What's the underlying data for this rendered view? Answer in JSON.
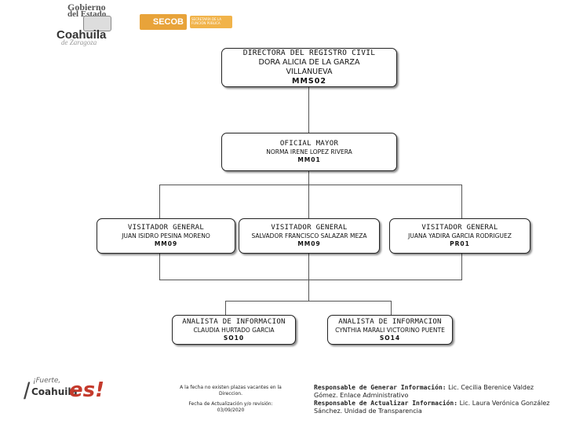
{
  "header": {
    "gob_line1": "Gobierno",
    "gob_line2": "del Estado",
    "gob_line3": "Coahuila",
    "gob_line4": "de Zaragoza",
    "secob_label": "SECOB",
    "secob_sub": "SECRETARÍA DE LA FUNCIÓN PÚBLICA"
  },
  "org": {
    "director": {
      "title": "DIRECTORA DEL REGISTRO CIVIL",
      "name": "DORA ALICIA DE LA GARZA VILLANUEVA",
      "code": "MMS02"
    },
    "oficial": {
      "title": "OFICIAL MAYOR",
      "name": "NORMA IRENE LOPEZ RIVERA",
      "code": "MM01"
    },
    "visitadores": [
      {
        "title": "VISITADOR GENERAL",
        "name": "JUAN ISIDRO PESINA MORENO",
        "code": "MM09"
      },
      {
        "title": "VISITADOR GENERAL",
        "name": "SALVADOR FRANCISCO SALAZAR MEZA",
        "code": "MM09"
      },
      {
        "title": "VISITADOR GENERAL",
        "name": "JUANA YADIRA GARCIA RODRIGUEZ",
        "code": "PR01"
      }
    ],
    "analistas": [
      {
        "title": "ANALISTA DE INFORMACION",
        "name": "CLAUDIA HURTADO GARCIA",
        "code": "SO10"
      },
      {
        "title": "ANALISTA DE INFORMACION",
        "name": "CYNTHIA MARALI VICTORINO PUENTE",
        "code": "SO14"
      }
    ]
  },
  "footer": {
    "fuerte_line1": "¡Fuerte,",
    "fuerte_line2": "Coahuila",
    "fuerte_es": "es!",
    "note_vacantes": "A la fecha no existen plazas vacantes en la Direccion.",
    "note_fecha": "Fecha de Actualización y/o revisión: 03/09/2020",
    "resp_generar_label": "Responsable de Generar Información:",
    "resp_generar_value": "Lic. Cecilia Berenice Valdez Gómez. Enlace Administrativo",
    "resp_actualizar_label": "Responsable de Actualizar Información:",
    "resp_actualizar_value": "Lic. Laura Verónica González Sánchez. Unidad de Transparencia"
  }
}
